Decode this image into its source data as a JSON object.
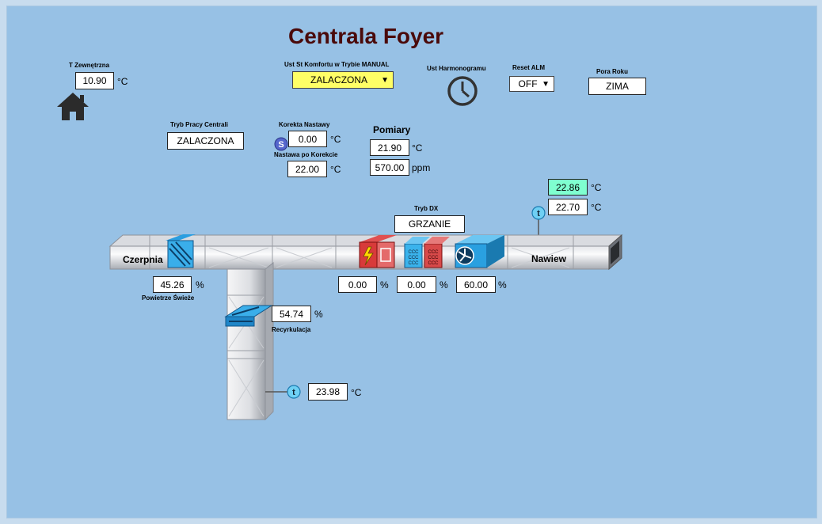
{
  "title": "Centrala Foyer",
  "outdoor": {
    "label": "T Zewnętrzna",
    "value": "10.90",
    "unit": "°C"
  },
  "comfort": {
    "label": "Ust St Komfortu w Trybie MANUAL",
    "selected": "ZALACZONA"
  },
  "schedule": {
    "label": "Ust Harmonogramu"
  },
  "reset": {
    "label": "Reset ALM",
    "selected": "OFF"
  },
  "season": {
    "label": "Pora Roku",
    "value": "ZIMA"
  },
  "mode": {
    "label": "Tryb Pracy Centrali",
    "value": "ZALACZONA"
  },
  "correction": {
    "label": "Korekta Nastawy",
    "value": "0.00",
    "unit": "°C",
    "icon_letter": "S"
  },
  "setpoint": {
    "label": "Nastawa po Korekcie",
    "value": "22.00",
    "unit": "°C"
  },
  "measurements": {
    "label": "Pomiary",
    "temp": "21.90",
    "temp_unit": "°C",
    "co2": "570.00",
    "co2_unit": "ppm"
  },
  "supply_temps": {
    "setpoint": "22.86",
    "setpoint_unit": "°C",
    "actual": "22.70",
    "actual_unit": "°C",
    "icon_letter": "t"
  },
  "dx": {
    "label": "Tryb DX",
    "value": "GRZANIE"
  },
  "duct": {
    "intake_label": "Czerpnia",
    "supply_label": "Nawiew"
  },
  "fresh_air": {
    "label": "Powietrze Świeże",
    "value": "45.26",
    "unit": "%"
  },
  "heater": {
    "value": "0.00",
    "unit": "%"
  },
  "dx_output": {
    "value": "0.00",
    "unit": "%"
  },
  "fan": {
    "value": "60.00",
    "unit": "%"
  },
  "recirculation": {
    "label": "Recyrkulacja",
    "value": "54.74",
    "unit": "%"
  },
  "return_temp": {
    "value": "23.98",
    "unit": "°C",
    "icon_letter": "t"
  },
  "coil_letters": "CCC",
  "colors": {
    "title": "#4a0a0a",
    "background": "#97c1e5",
    "select_bg": "#ffff66",
    "setpoint_bg": "#7fffd0",
    "icon_blue": "#2aa0e0",
    "heater_red": "#d83a3a"
  }
}
